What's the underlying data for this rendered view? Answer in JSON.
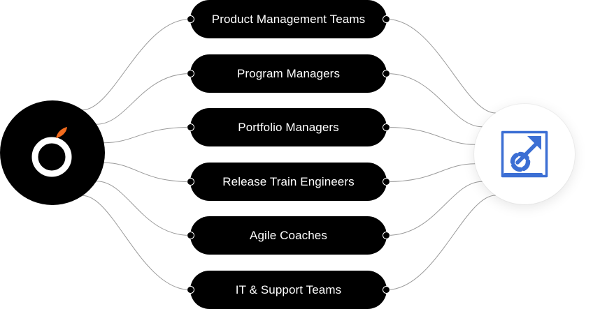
{
  "diagram": {
    "left_node": {
      "icon": "orange-logo-icon",
      "ring_color": "#ffffff",
      "leaf_color": "#f26b1d",
      "fill": "#000000"
    },
    "right_node": {
      "icon": "target-process-logo-icon",
      "icon_color": "#3c6fd4",
      "fill": "#ffffff"
    },
    "line_color": "#9a9a9a",
    "roles": [
      {
        "label": "Product Management Teams"
      },
      {
        "label": "Program Managers"
      },
      {
        "label": "Portfolio Managers"
      },
      {
        "label": "Release Train Engineers"
      },
      {
        "label": "Agile Coaches"
      },
      {
        "label": "IT & Support Teams"
      }
    ]
  }
}
